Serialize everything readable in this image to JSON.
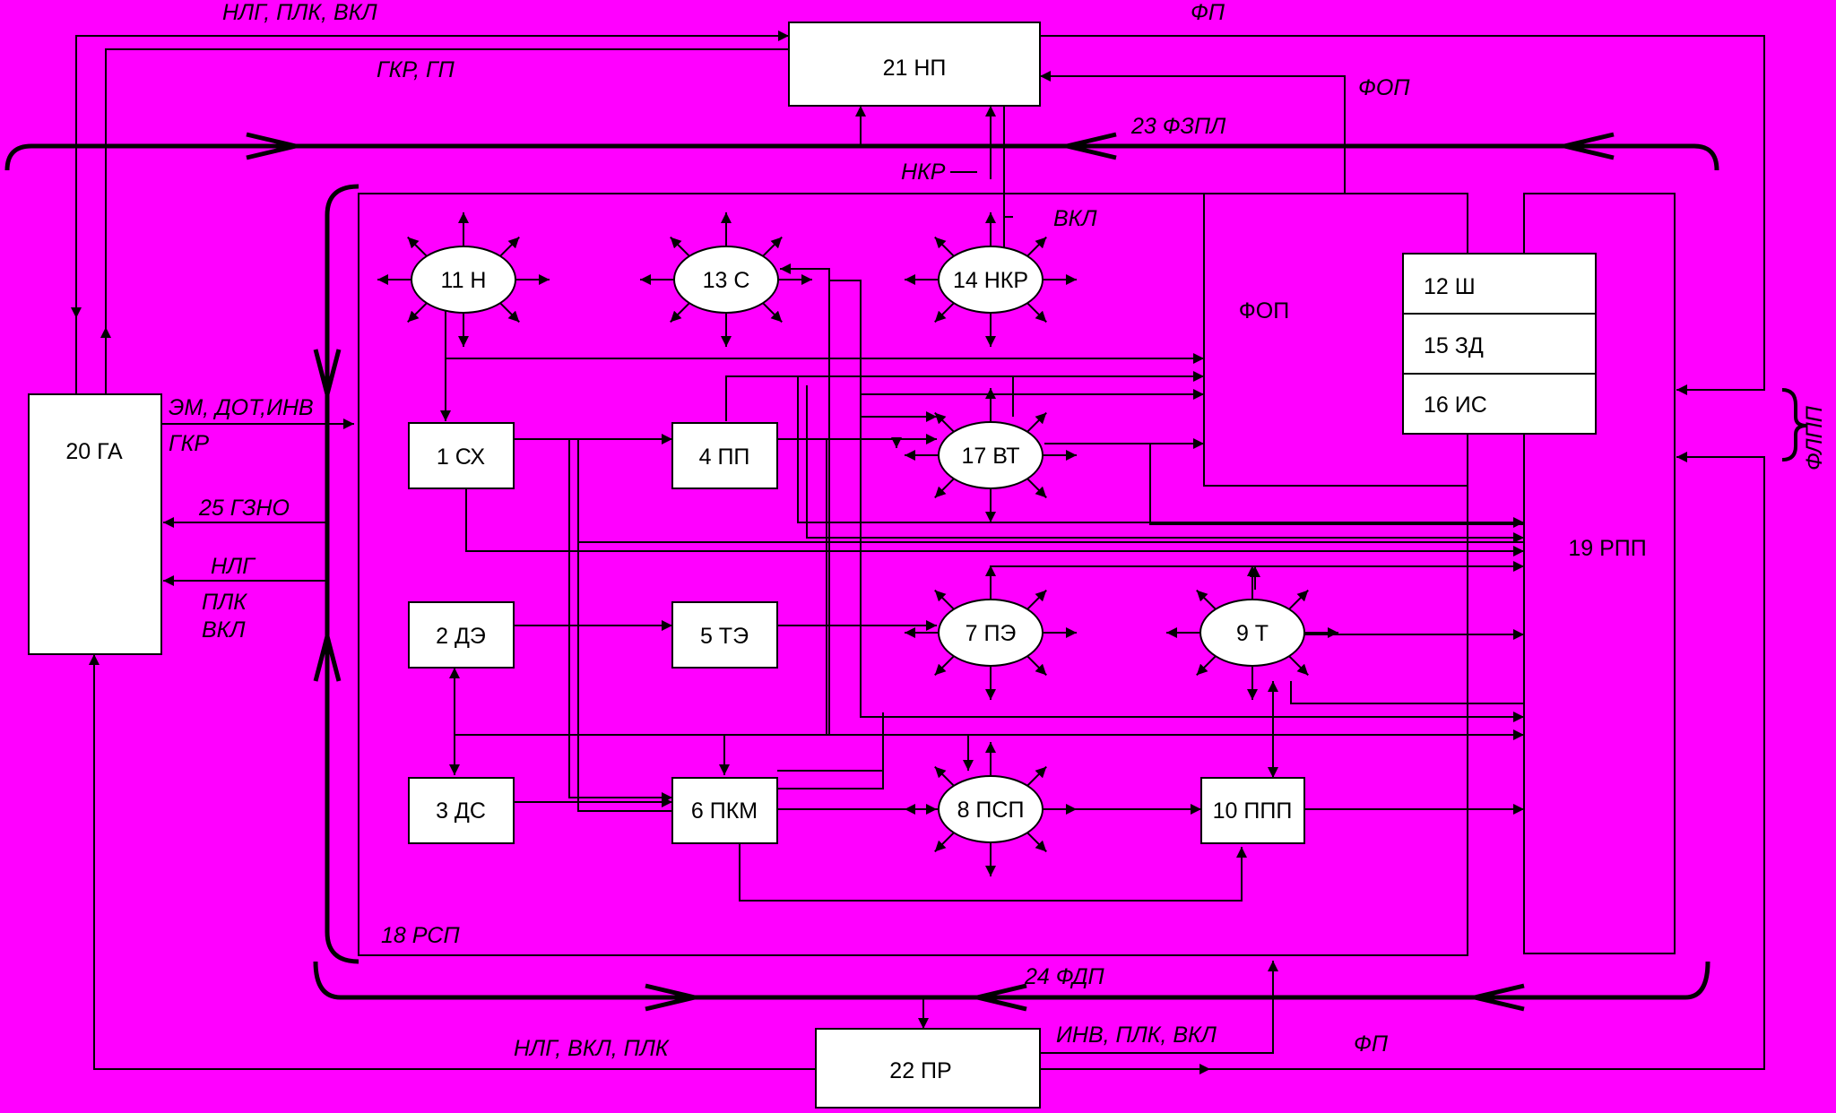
{
  "colors": {
    "background": "#ff00ff",
    "stroke": "#000000",
    "box_fill": "#ffffff"
  },
  "blocks": {
    "b1": "1 СХ",
    "b2": "2 ДЭ",
    "b3": "3 ДС",
    "b4": "4 ПП",
    "b5": "5 ТЭ",
    "b6": "6 ПКМ",
    "b7": "7 ПЭ",
    "b8": "8 ПСП",
    "b9": "9 Т",
    "b10": "10 ППП",
    "b11": "11 Н",
    "b13": "13 С",
    "b14": "14 НКР",
    "b17": "17 ВТ",
    "b12": "12 Ш",
    "b15": "15 ЗД",
    "b16": "16 ИС",
    "b19": "19 РПП",
    "b20": "20 ГА",
    "b21": "21 НП",
    "b22": "22 ПР",
    "fop_inner": "ФОП",
    "b18": "18 РСП"
  },
  "labels": {
    "top_left": "НЛГ, ПЛК, ВКЛ",
    "top_right": "ФП",
    "gkr_gp": "ГКР, ГП",
    "fop_top": "ФОП",
    "fzpl": "23 ФЗПЛ",
    "nkr": "НКР",
    "vkl": "ВКЛ",
    "em_dot": "ЭМ, ДОТ,ИНВ",
    "gkr": "ГКР",
    "gzno": "25 ГЗНО",
    "nlg": "НЛГ",
    "plk": "ПЛК",
    "vkl2": "ВКЛ",
    "fdp": "24 ФДП",
    "bottom_left": "НЛГ, ВКЛ, ПЛК",
    "bottom_mid": "ИНВ, ПЛК, ВКЛ",
    "bottom_right": "ФП",
    "flpp": "ФЛПП"
  }
}
